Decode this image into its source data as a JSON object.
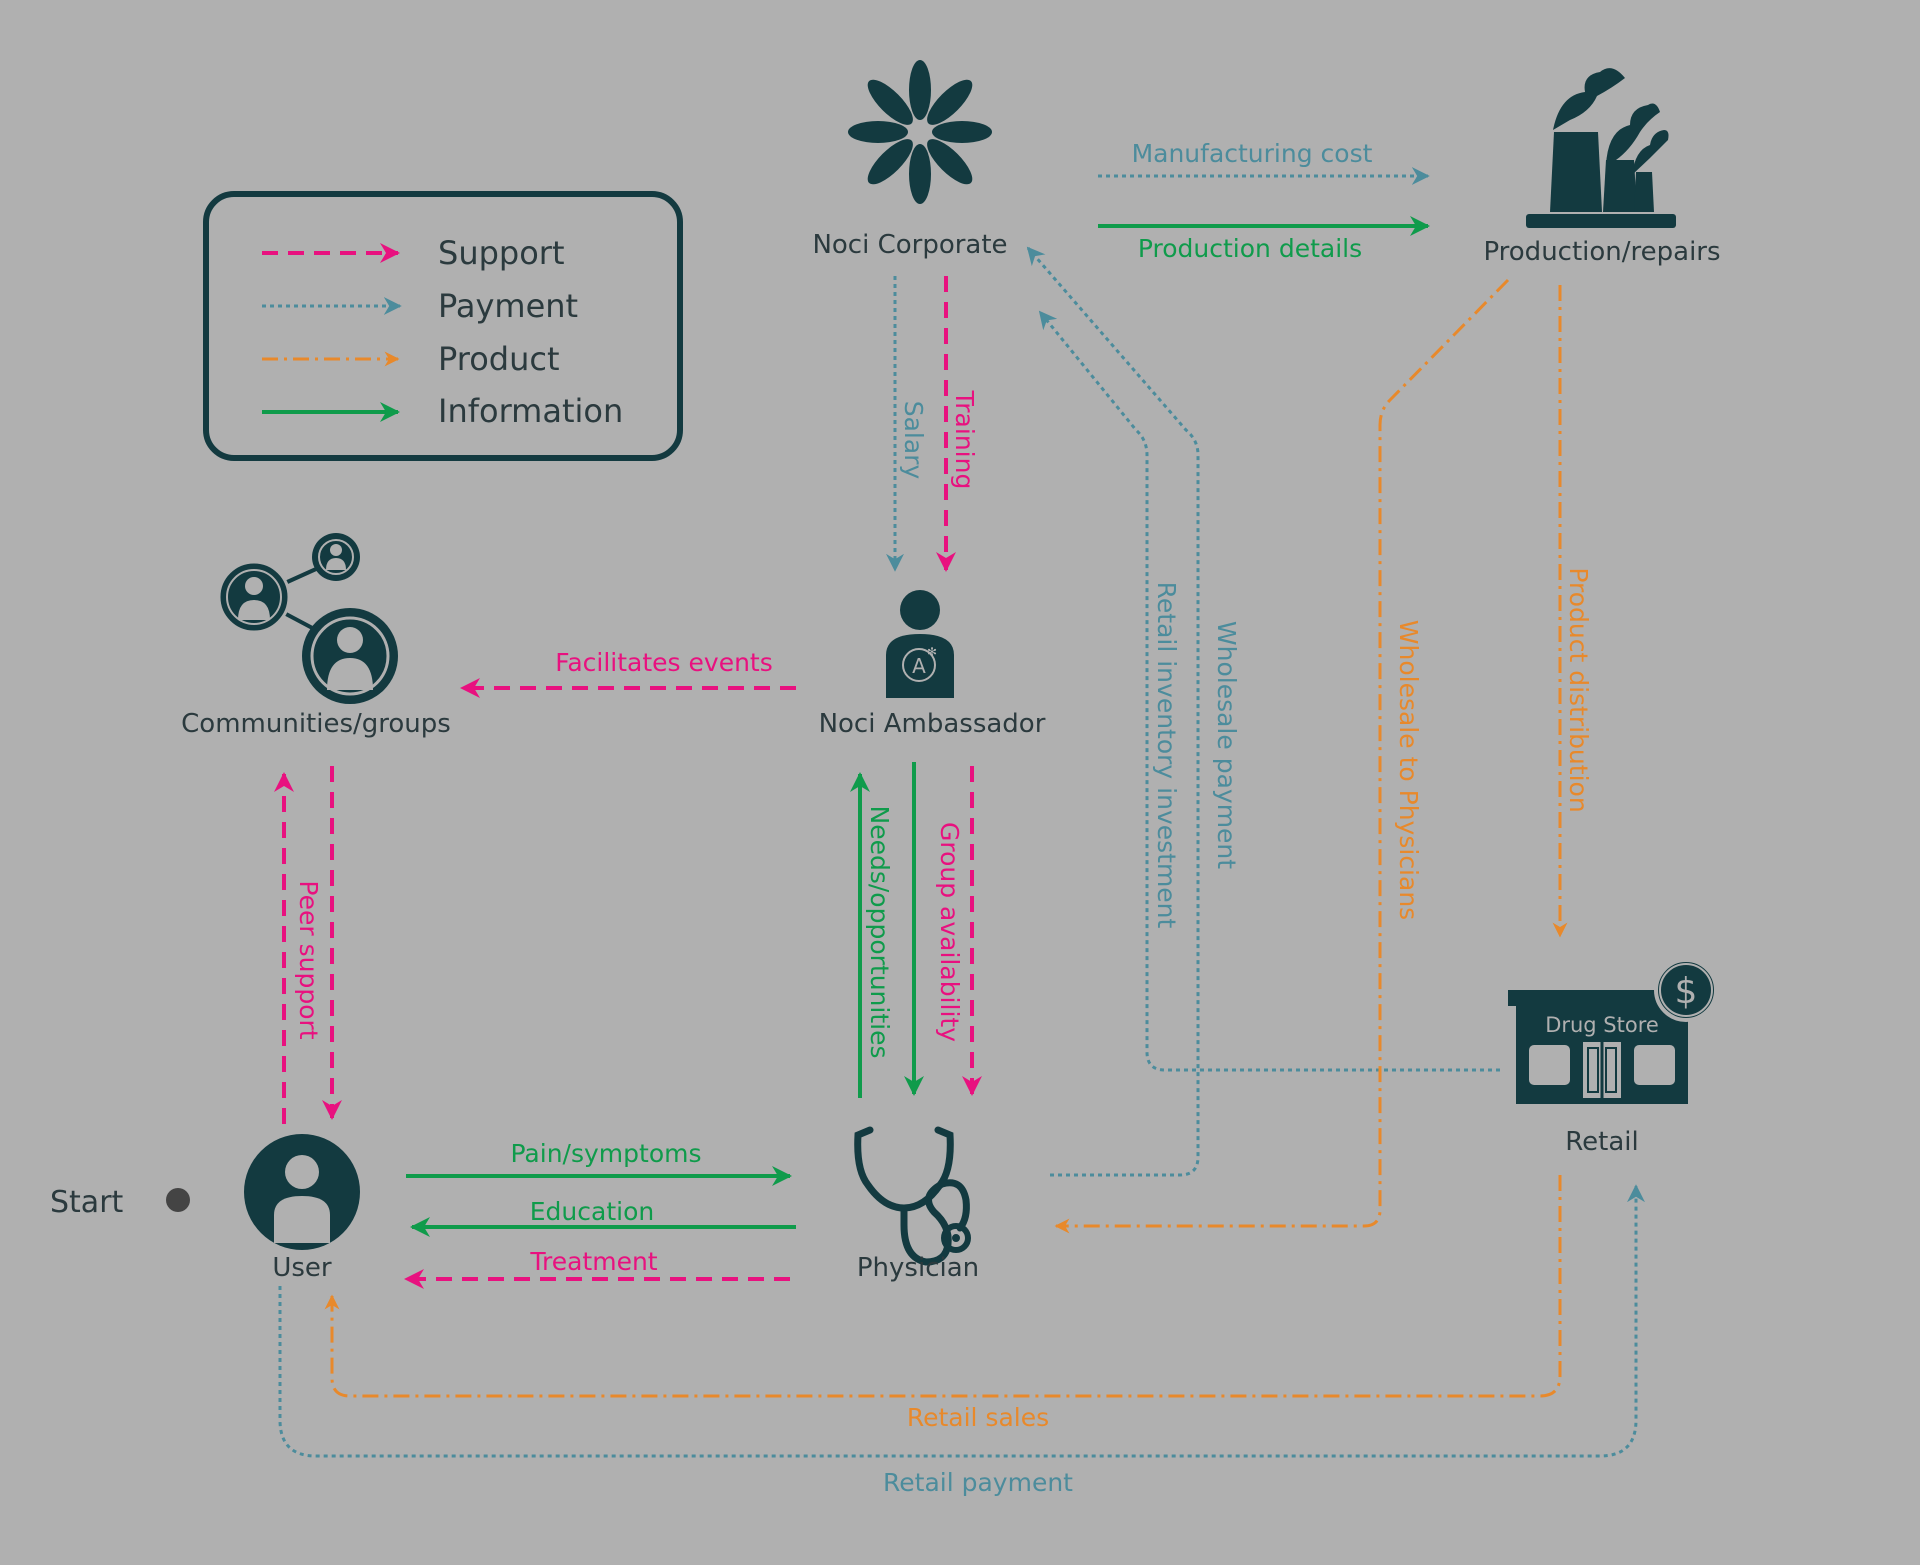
{
  "colors": {
    "background": "#b0b0b0",
    "dark": "#133a40",
    "text": "#2b3a3e",
    "support": "#e8117f",
    "payment": "#4c8c9c",
    "product": "#e8892b",
    "information": "#0f9b4b"
  },
  "legend": {
    "support": "Support",
    "payment": "Payment",
    "product": "Product",
    "information": "Information"
  },
  "start_label": "Start",
  "nodes": {
    "corporate": {
      "label": "Noci Corporate",
      "icon": "noci-logo-icon"
    },
    "production": {
      "label": "Production/repairs",
      "icon": "factory-icon"
    },
    "communities": {
      "label": "Communities/groups",
      "icon": "people-network-icon"
    },
    "ambassador": {
      "label": "Noci Ambassador",
      "icon": "ambassador-icon"
    },
    "user": {
      "label": "User",
      "icon": "user-icon"
    },
    "physician": {
      "label": "Physician",
      "icon": "stethoscope-icon"
    },
    "retail": {
      "label": "Retail",
      "icon": "drug-store-icon",
      "sign": "Drug Store",
      "currency": "$"
    }
  },
  "flows": {
    "manufacturing_cost": "Manufacturing cost",
    "production_details": "Production details",
    "salary": "Salary",
    "training": "Training",
    "facilitates_events": "Facilitates events",
    "peer_support": "Peer support",
    "needs_opportunities": "Needs/opportunities",
    "group_availability": "Group availability",
    "retail_inventory_investment": "Retail inventory investment",
    "wholesale_payment": "Wholesale payment",
    "wholesale_to_physicians": "Wholesale to Physicians",
    "product_distribution": "Product distribution",
    "pain_symptoms": "Pain/symptoms",
    "education": "Education",
    "treatment": "Treatment",
    "retail_sales": "Retail sales",
    "retail_payment": "Retail payment"
  }
}
